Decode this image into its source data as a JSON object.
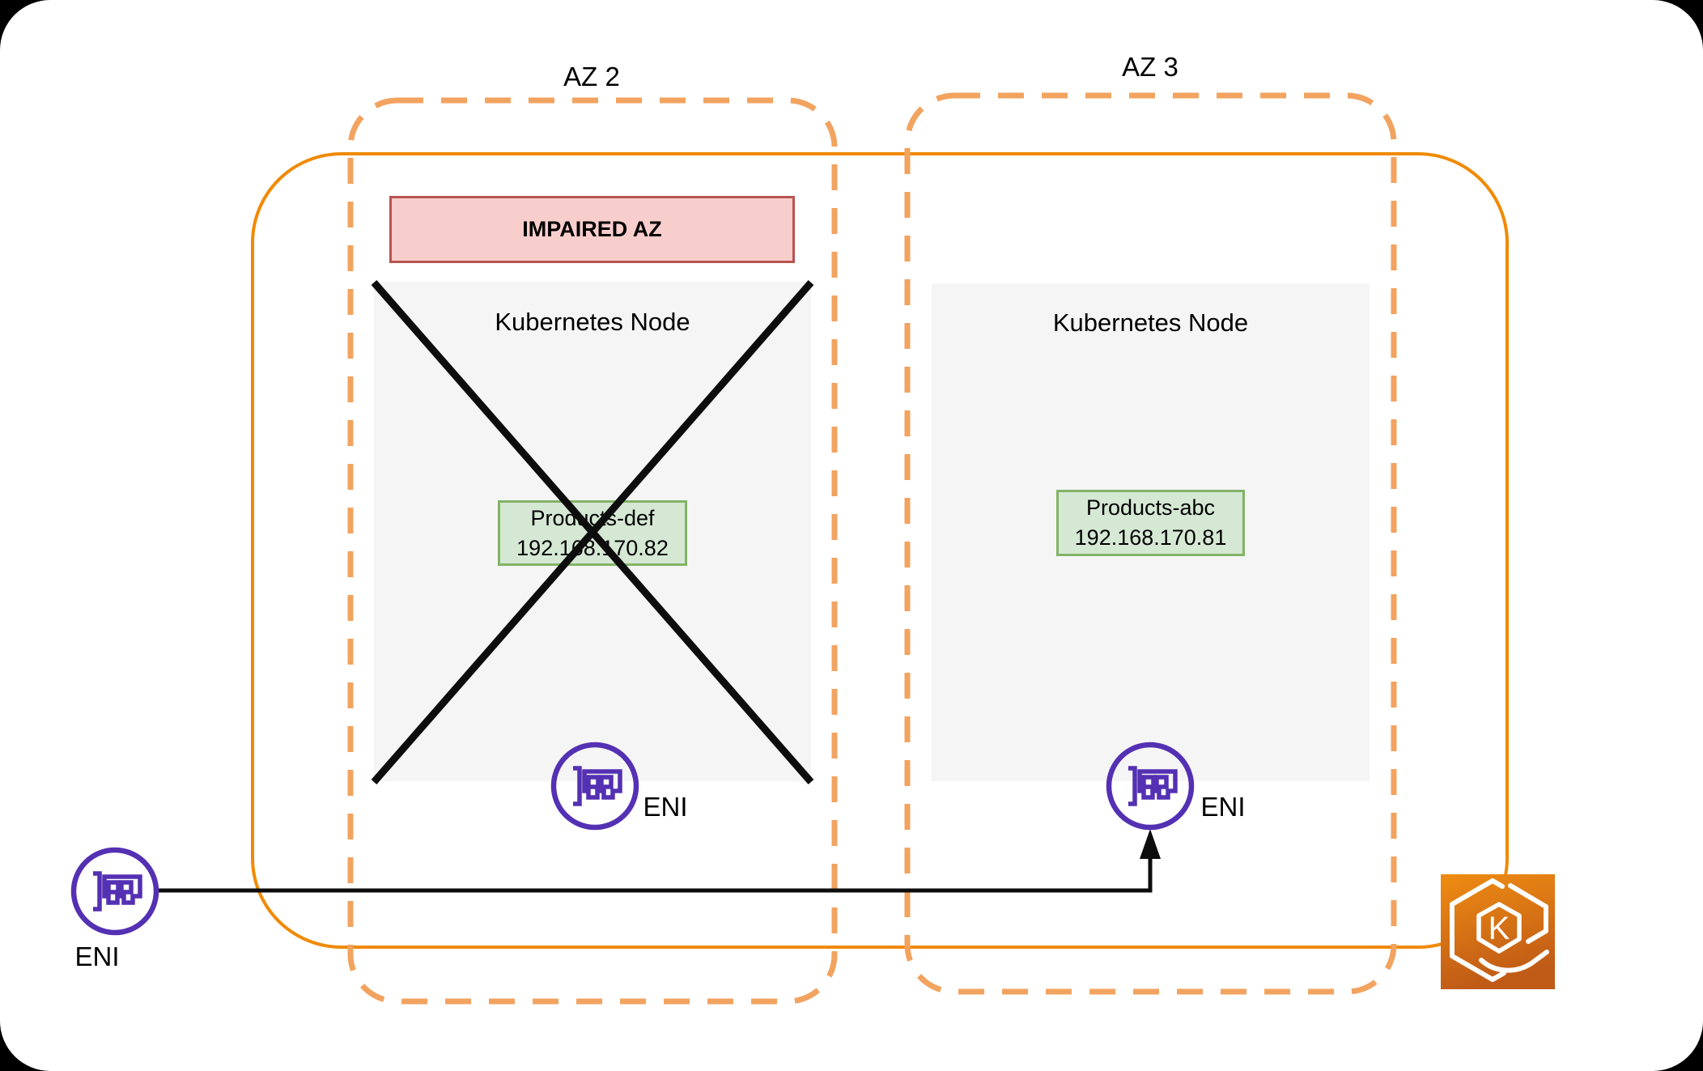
{
  "diagram": {
    "zones": {
      "az2": {
        "label": "AZ 2",
        "impaired_banner": "IMPAIRED AZ",
        "node": {
          "title": "Kubernetes Node",
          "pod": {
            "name": "Products-def",
            "ip": "192.168.170.82"
          },
          "eni_label": "ENI",
          "status": "failed"
        }
      },
      "az3": {
        "label": "AZ 3",
        "node": {
          "title": "Kubernetes Node",
          "pod": {
            "name": "Products-abc",
            "ip": "192.168.170.81"
          },
          "eni_label": "ENI",
          "status": "healthy"
        }
      }
    },
    "external_eni": {
      "label": "ENI"
    },
    "eks": {
      "letter": "K"
    },
    "colors": {
      "orange_solid": "#F08A05",
      "orange_dashed": "#F2A35F",
      "impaired_fill": "#F8CECC",
      "impaired_border": "#B85450",
      "pod_fill": "#D5E8D4",
      "pod_border": "#82B366",
      "eni_purple": "#5430B3",
      "node_gray": "#F5F5F5",
      "cross_black": "#000000"
    }
  }
}
